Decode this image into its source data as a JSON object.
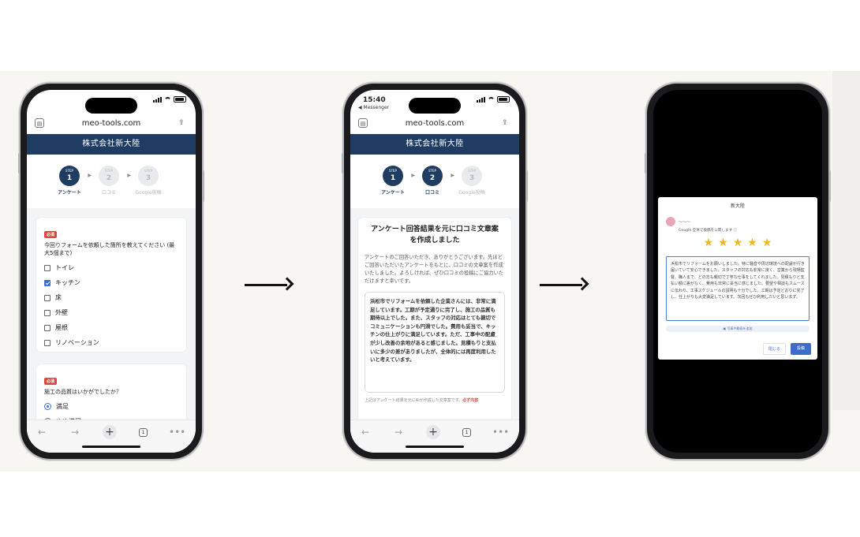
{
  "colors": {
    "brand_navy": "#1f3d62",
    "required_red": "#e0443e",
    "star_yellow": "#f3b51b",
    "accent_blue": "#3b6fd8"
  },
  "phone1": {
    "url": "meo-tools.com",
    "header": "株式会社新大陸",
    "steps": [
      {
        "tag": "STEP",
        "num": "1",
        "label": "アンケート"
      },
      {
        "tag": "STEP",
        "num": "2",
        "label": "口コミ"
      },
      {
        "tag": "STEP",
        "num": "3",
        "label": "Google投稿"
      }
    ],
    "q1": {
      "badge": "必須",
      "question": "今回りフォームを依頼した箇所を教えてください (最大5個まで)",
      "options": [
        {
          "label": "トイレ",
          "checked": false
        },
        {
          "label": "キッチン",
          "checked": true
        },
        {
          "label": "床",
          "checked": false
        },
        {
          "label": "外壁",
          "checked": false
        },
        {
          "label": "屋根",
          "checked": false
        },
        {
          "label": "リノベーション",
          "checked": false
        }
      ]
    },
    "q2": {
      "badge": "必須",
      "question": "施工の品質はいかがでしたか？",
      "options": [
        {
          "label": "満足",
          "selected": true
        },
        {
          "label": "やや満足",
          "selected": false
        }
      ]
    }
  },
  "phone2": {
    "status_time": "15:40",
    "status_sub": "◀ Messenger",
    "url": "meo-tools.com",
    "header": "株式会社新大陸",
    "title": "アンケート回答結果を元に口コミ文章案を作成しました",
    "intro": "アンケートのご回答いただき、ありがとうございます。先ほどご回答いただいたアンケートをもとに、口コミの文章案を作成いたしました。よろしければ、ぜひ口コミの投稿にご協力いただけますと幸いです。",
    "review": "浜松市でリフォームを依頼した企業さんには、非常に満足しています。工期が予定通りに完了し、施工の品質も期待以上でした。また、スタッフの対応はとても親切でコミュニケーションも円滑でした。費用も妥当で、キッチンの仕上がりに満足しています。ただ、工事中の配慮が少し改善の余地があると感じました。見積もりと支払いに多少の差がありましたが、全体的には再度利用したいと考えています。",
    "footer": "上記はアンケート結果を元にAIが作成した文章案です。",
    "footer_warn": "必ず内容"
  },
  "phone3": {
    "dialog_title": "新大陸",
    "user_name": "〜〜〜",
    "note": "Google 全体で投稿を公開します ⓘ",
    "rating": 5,
    "review": "浜松市でリフォームをお願いしました。特に騒音や周辺環境への配慮が行き届いていて安心できました。スタッフの対応も非常に良く、営業から現場監督、職人まで、どの方も親切で丁寧な仕事をしてくれました。見積もりと支払い額に差がなく、費用も非常に妥当に感じました。要望や相談もスムーズに伝わり、工事スケジュールの説明も十分でした。工期は予定どおりに完了し、仕上がりも大変満足しています。次回もぜひ利用したいと思います。",
    "photo_btn": "写真や動画を追加",
    "cancel": "閉じる",
    "post": "投稿"
  }
}
